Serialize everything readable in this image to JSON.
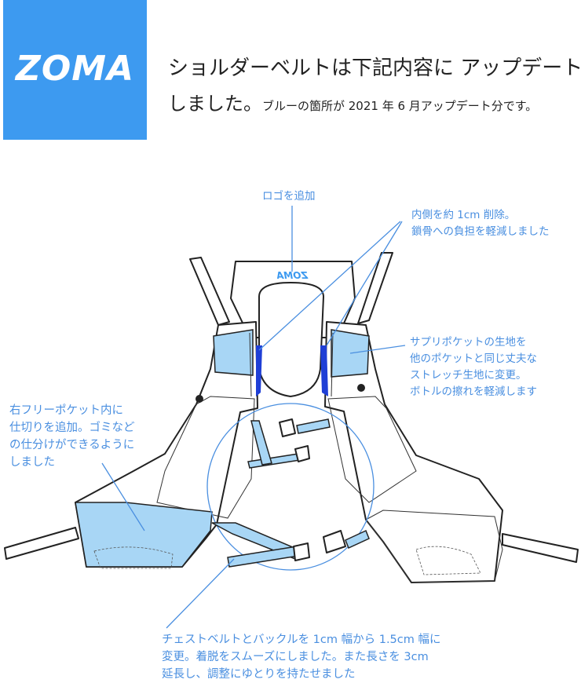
{
  "brand": {
    "logo_text": "ZOMA",
    "color": "#3d9af0"
  },
  "header": {
    "line1": "ショルダーベルトは下記内容に アップデート",
    "line2_main": "しました。",
    "line2_sub": "ブルーの箇所が 2021 年 6 月アップデート分です。"
  },
  "diagram": {
    "vest_logo": "ZOMA",
    "callouts": {
      "logo": [
        "ロゴを追加"
      ],
      "inner": [
        "内側を約 1cm 削除。",
        "鎖骨への負担を軽減しました"
      ],
      "supply_pocket": [
        "サプリポケットの生地を",
        "他のポケットと同じ丈夫な",
        "ストレッチ生地に変更。",
        "ボトルの擦れを軽減します"
      ],
      "free_pocket": [
        "右フリーポケット内に",
        "仕切りを追加。ゴミなど",
        "の仕分けができるように",
        "しました"
      ],
      "chest_belt": [
        "チェストベルトとバックルを 1cm 幅から 1.5cm 幅に",
        "変更。着脱をスムーズにしました。また長さを 3cm",
        "延長し、調整にゆとりを持たせました"
      ]
    },
    "colors": {
      "highlight_fill": "#a8d6f5",
      "inner_fill": "#1f3fd6",
      "outline": "#222222",
      "callout": "#4a8fe0"
    }
  }
}
